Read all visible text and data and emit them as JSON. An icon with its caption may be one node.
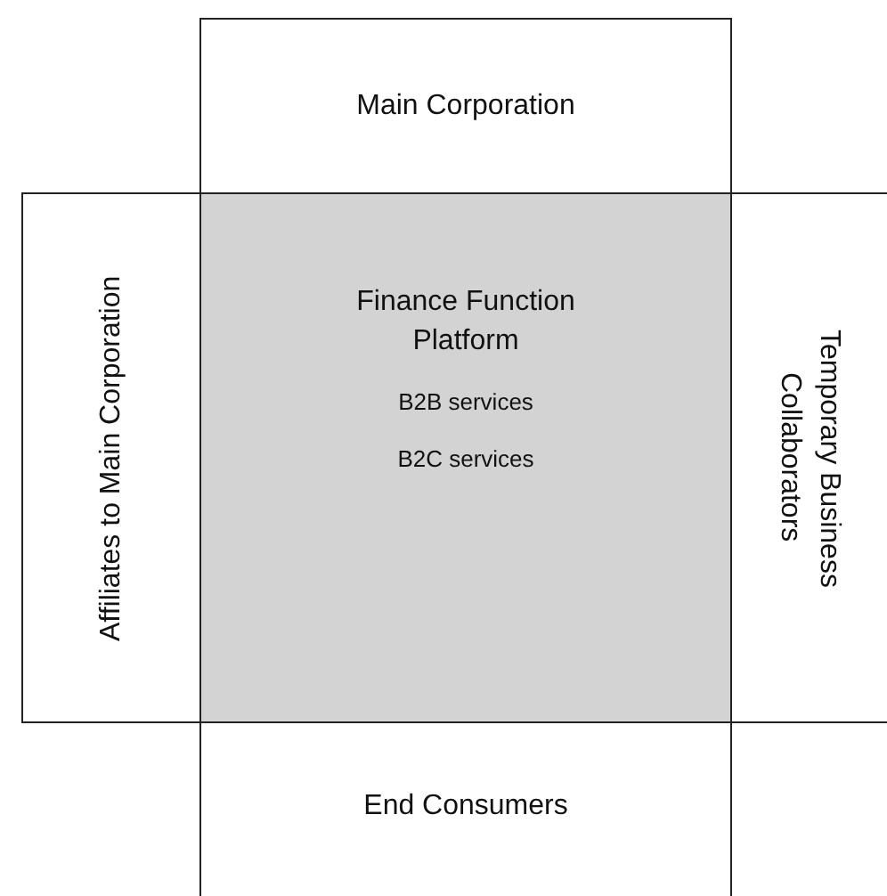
{
  "diagram": {
    "nodes": [
      {
        "text": [
          "Main Corporation"
        ]
      },
      {
        "text": [
          "Affiliates to Main Corporation"
        ]
      },
      {
        "text": [
          "Finance Function Platform",
          "B2B services",
          "B2C services"
        ]
      },
      {
        "text": [
          "Temporary Business Collaborators"
        ]
      },
      {
        "text": [
          "End Consumers"
        ]
      }
    ],
    "edges": []
  }
}
